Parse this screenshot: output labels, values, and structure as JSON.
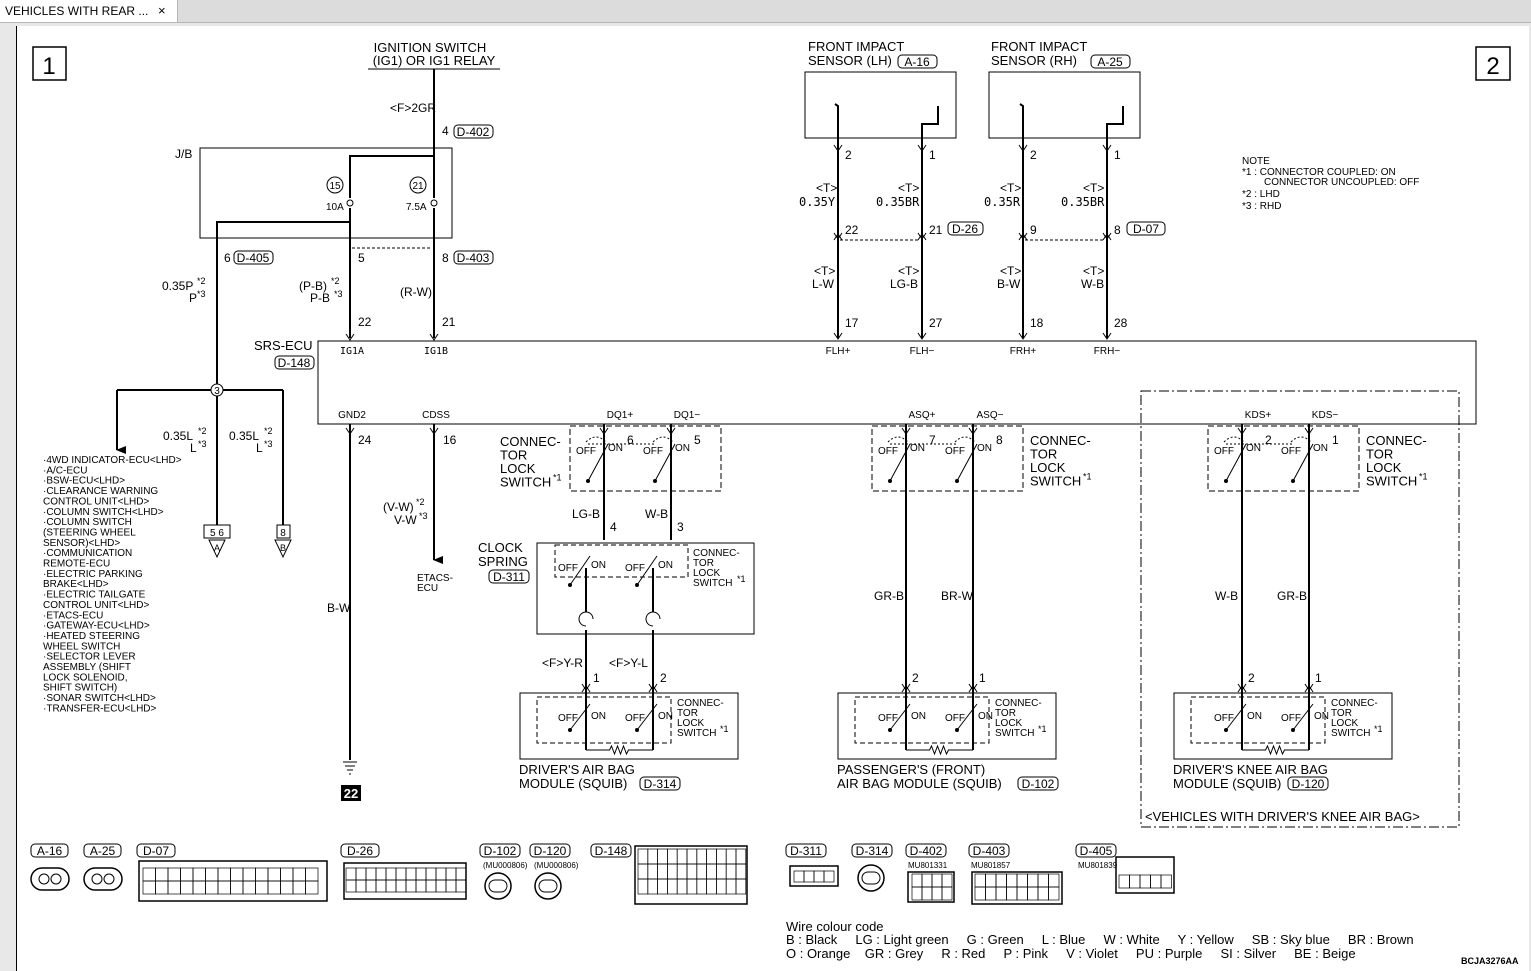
{
  "tab": {
    "title": "VEHICLES WITH REAR ...",
    "close": "×"
  },
  "page_markers": {
    "left": "1",
    "right": "2"
  },
  "ignition": {
    "line1": "IGNITION SWITCH",
    "line2": "(IG1) OR IG1 RELAY",
    "wire": "<F>2GR",
    "pin": "4",
    "connector": "D-402"
  },
  "jb": {
    "label": "J/B",
    "fuse1_num": "15",
    "fuse1_amp": "10A",
    "fuse2_num": "21",
    "fuse2_amp": "7.5A",
    "pin6": "6",
    "conn_405": "D-405",
    "pin5": "5",
    "pin8": "8",
    "conn_403": "D-403"
  },
  "wires_top": {
    "p_size": "0.35P",
    "p_star": "*2",
    "p_alt": "P",
    "p_alt_star": "*3",
    "pb_lhd": "(P-B)",
    "pb_star": "*2",
    "pb_rhd": "P-B",
    "pb_rhd_star": "*3",
    "rw": "(R-W)"
  },
  "ecu": {
    "label": "SRS-ECU",
    "connector": "D-148",
    "pin_ig1a": "22",
    "pin_ig1b": "21",
    "ig1a": "IG1A",
    "ig1b": "IG1B",
    "flh_p": "FLH+",
    "flh_m": "FLH−",
    "frh_p": "FRH+",
    "frh_m": "FRH−",
    "gnd2": "GND2",
    "cdss": "CDSS",
    "dq1p": "DQ1+",
    "dq1m": "DQ1−",
    "asqp": "ASQ+",
    "asqm": "ASQ−",
    "kdsp": "KDS+",
    "kdsm": "KDS−",
    "pin17": "17",
    "pin27": "27",
    "pin18": "18",
    "pin28": "28",
    "pin24": "24",
    "pin16": "16",
    "pin6": "6",
    "pin5": "5",
    "pin7": "7",
    "pin8": "8",
    "pin2": "2",
    "pin1": "1"
  },
  "sensor_lh": {
    "line1": "FRONT IMPACT",
    "line2": "SENSOR (LH)",
    "connector": "A-16",
    "pin2": "2",
    "pin1": "1",
    "w1_t": "<T>",
    "w1": "0.35Y",
    "w2_t": "<T>",
    "w2": "0.35BR",
    "pin22": "22",
    "pin21": "21",
    "conn": "D-26",
    "w3_t": "<T>",
    "w3": "L-W",
    "w4_t": "<T>",
    "w4": "LG-B"
  },
  "sensor_rh": {
    "line1": "FRONT IMPACT",
    "line2": "SENSOR (RH)",
    "connector": "A-25",
    "pin2": "2",
    "pin1": "1",
    "w1_t": "<T>",
    "w1": "0.35R",
    "w2_t": "<T>",
    "w2": "0.35BR",
    "pin9": "9",
    "pin8": "8",
    "conn": "D-07",
    "w3_t": "<T>",
    "w3": "B-W",
    "w4_t": "<T>",
    "w4": "W-B"
  },
  "note": {
    "title": "NOTE",
    "n1a": "*1 : CONNECTOR COUPLED: ON",
    "n1b": "CONNECTOR UNCOUPLED: OFF",
    "n2": "*2 : LHD",
    "n3": "*3 : RHD"
  },
  "splice": {
    "num": "3",
    "w_l1": "0.35L",
    "w_l1_s": "*2",
    "w_l1_alt": "L",
    "w_l1_alt_s": "*3",
    "w_l2": "0.35L",
    "w_l2_s": "*2",
    "w_l2_alt": "L",
    "w_l2_alt_s": "*3",
    "a_pins": "5 6",
    "a_mark": "A",
    "b_pins": "8",
    "b_mark": "B"
  },
  "ecu_list": [
    "·4WD INDICATOR-ECU<LHD>",
    "·A/C-ECU",
    "·BSW-ECU<LHD>",
    "·CLEARANCE WARNING",
    " CONTROL UNIT<LHD>",
    "·COLUMN SWITCH<LHD>",
    "·COLUMN SWITCH",
    " (STEERING WHEEL",
    " SENSOR)<LHD>",
    "·COMMUNICATION",
    " REMOTE-ECU",
    "·ELECTRIC PARKING",
    " BRAKE<LHD>",
    "·ELECTRIC TAILGATE",
    " CONTROL UNIT<LHD>",
    "·ETACS-ECU",
    "·GATEWAY-ECU<LHD>",
    "·HEATED STEERING",
    " WHEEL SWITCH",
    "·SELECTOR LEVER",
    " ASSEMBLY (SHIFT",
    " LOCK SOLENOID,",
    " SHIFT SWITCH)",
    "·SONAR SWITCH<LHD>",
    "·TRANSFER-ECU<LHD>"
  ],
  "ground": {
    "wire": "B-W",
    "num": "22"
  },
  "cdss_wire": {
    "lhd": "(V-W)",
    "lhd_s": "*2",
    "rhd": "V-W",
    "rhd_s": "*3",
    "dest1": "ETACS-",
    "dest2": "ECU"
  },
  "connector_lock": {
    "l1": "CONNEC-",
    "l2": "TOR",
    "l3": "LOCK",
    "l4": "SWITCH",
    "star": "*1",
    "off": "OFF",
    "on": "ON"
  },
  "driver": {
    "w1": "LG-B",
    "w2": "W-B",
    "p4": "4",
    "p3": "3",
    "clock1": "CLOCK",
    "clock2": "SPRING",
    "clock_conn": "D-311",
    "w3": "<F>Y-R",
    "w4": "<F>Y-L",
    "p1": "1",
    "p2": "2",
    "mod1": "DRIVER'S AIR BAG",
    "mod2": "MODULE (SQUIB)",
    "mod_conn": "D-314"
  },
  "passenger": {
    "w1": "GR-B",
    "w2": "BR-W",
    "p2": "2",
    "p1": "1",
    "mod1": "PASSENGER'S (FRONT)",
    "mod2": "AIR BAG MODULE (SQUIB)",
    "mod_conn": "D-102"
  },
  "knee": {
    "w1": "W-B",
    "w2": "GR-B",
    "p2": "2",
    "p1": "1",
    "mod1": "DRIVER'S KNEE AIR BAG",
    "mod2": "MODULE (SQUIB)",
    "mod_conn": "D-120",
    "caption": "<VEHICLES WITH DRIVER'S KNEE AIR BAG>"
  },
  "connectors": {
    "a16": "A-16",
    "a25": "A-25",
    "d07": "D-07",
    "d26": "D-26",
    "d102": "D-102",
    "d102_p": "(MU000806)",
    "d120": "D-120",
    "d120_p": "(MU000806)",
    "d148": "D-148",
    "d311": "D-311",
    "d314": "D-314",
    "d402": "D-402",
    "d402_p": "MU801331",
    "d403": "D-403",
    "d403_p": "MU801857",
    "d405": "D-405",
    "d405_p": "MU801839"
  },
  "wire_code": {
    "title": "Wire colour code",
    "line1": "B : Black     LG : Light green     G : Green     L : Blue     W : White     Y : Yellow     SB : Sky blue     BR : Brown",
    "line2": "O : Orange    GR : Grey     R : Red     P : Pink     V : Violet     PU : Purple     SI : Silver     BE : Beige"
  },
  "code": "BCJA3276AA"
}
